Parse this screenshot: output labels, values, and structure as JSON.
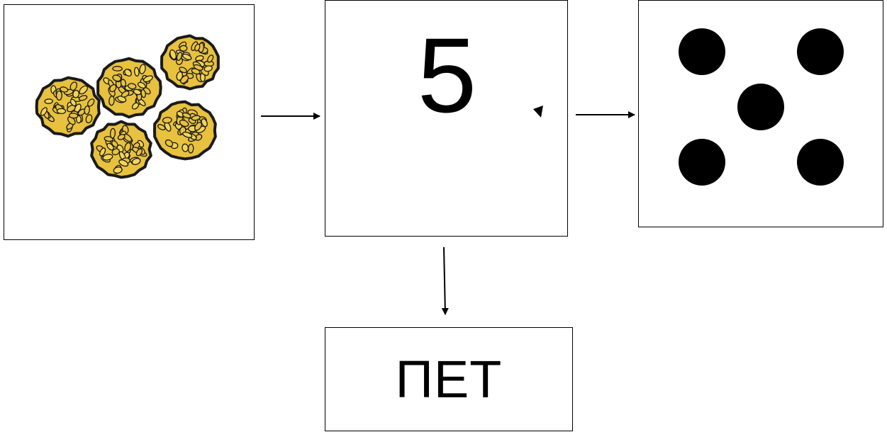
{
  "diagram": {
    "numeral": "5",
    "word": "ПЕТ",
    "object_count": 5,
    "dot_count": 5,
    "object_name": "sesame-candy-ball",
    "colors": {
      "object_fill": "#e8c13e",
      "object_outline": "#1a1a1a",
      "dot": "#000000",
      "stroke": "#000000"
    }
  }
}
